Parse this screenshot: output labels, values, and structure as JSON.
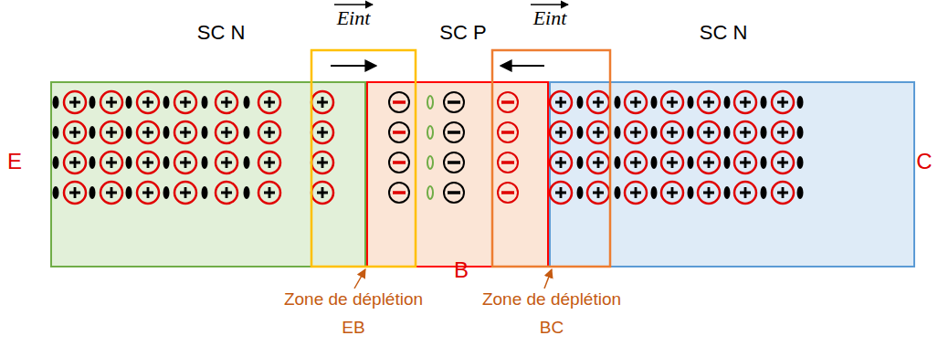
{
  "diagram": {
    "nodes": [
      {
        "text": [
          "SC N"
        ]
      },
      {
        "text": [
          "SC P"
        ]
      },
      {
        "text": [
          "SC N"
        ]
      }
    ],
    "labels": [
      "Eint",
      "Eint",
      "E",
      "B",
      "C",
      "Zone de déplétion EB",
      "Zone de déplétion BC"
    ]
  }
}
